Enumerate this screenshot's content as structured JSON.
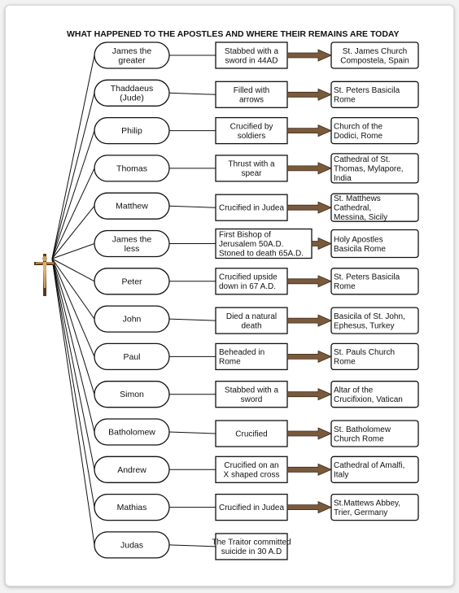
{
  "title": "WHAT HAPPENED TO THE APOSTLES AND WHERE THEIR REMAINS ARE TODAY",
  "icon": "crucifix-icon",
  "colors": {
    "arrow_fill": "#7a5a3c",
    "arrow_stroke": "#3e2a17",
    "box_stroke": "#111111"
  },
  "rows": [
    {
      "apostle": [
        "James the",
        "greater"
      ],
      "fate": [
        "Stabbed with a",
        "sword in 44AD"
      ],
      "fate_align": "center",
      "place": [
        "St. James Church",
        "Compostela, Spain"
      ],
      "place_align": "center"
    },
    {
      "apostle": [
        "Thaddaeus",
        "(Jude)"
      ],
      "fate": [
        "Filled with",
        "arrows"
      ],
      "fate_align": "center",
      "place": [
        "St. Peters Basicila",
        "Rome"
      ],
      "place_align": "left"
    },
    {
      "apostle": [
        "Philip"
      ],
      "fate": [
        "Crucified by",
        "soldiers"
      ],
      "fate_align": "center",
      "place": [
        "Church of the",
        "Dodici, Rome"
      ],
      "place_align": "left"
    },
    {
      "apostle": [
        "Thomas"
      ],
      "fate": [
        "Thrust with a",
        "spear"
      ],
      "fate_align": "center",
      "place": [
        "Cathedral of St.",
        "Thomas, Mylapore,",
        "India"
      ],
      "place_align": "left"
    },
    {
      "apostle": [
        "Matthew"
      ],
      "fate": [
        "Crucified in Judea"
      ],
      "fate_align": "center",
      "place": [
        "St. Matthews",
        "Cathedral,",
        "Messina, Sicily"
      ],
      "place_align": "left"
    },
    {
      "apostle": [
        "James the",
        "less"
      ],
      "fate": [
        "First Bishop of",
        "Jerusalem 50A.D.",
        "Stoned to death 65A.D."
      ],
      "fate_align": "left",
      "place": [
        "Holy Apostles",
        "Basicila Rome"
      ],
      "place_align": "left"
    },
    {
      "apostle": [
        "Peter"
      ],
      "fate": [
        "Crucified upside",
        "down in 67 A.D."
      ],
      "fate_align": "left",
      "place": [
        "St. Peters Basicila",
        "Rome"
      ],
      "place_align": "left"
    },
    {
      "apostle": [
        "John"
      ],
      "fate": [
        "Died a natural",
        "death"
      ],
      "fate_align": "center",
      "place": [
        "Basicila of St. John,",
        "Ephesus, Turkey"
      ],
      "place_align": "left"
    },
    {
      "apostle": [
        "Paul"
      ],
      "fate": [
        "Beheaded in",
        "Rome"
      ],
      "fate_align": "left",
      "place": [
        "St. Pauls Church",
        "Rome"
      ],
      "place_align": "left"
    },
    {
      "apostle": [
        "Simon"
      ],
      "fate": [
        "Stabbed with a",
        "sword"
      ],
      "fate_align": "center",
      "place": [
        "Altar of the",
        "Crucifixion, Vatican"
      ],
      "place_align": "left"
    },
    {
      "apostle": [
        "Batholomew"
      ],
      "fate": [
        "Crucified"
      ],
      "fate_align": "center",
      "place": [
        "St. Batholomew",
        "Church Rome"
      ],
      "place_align": "left"
    },
    {
      "apostle": [
        "Andrew"
      ],
      "fate": [
        "Crucified on an",
        "X shaped cross"
      ],
      "fate_align": "center",
      "place": [
        "Cathedral of Amalfi,",
        "Italy"
      ],
      "place_align": "left"
    },
    {
      "apostle": [
        "Mathias"
      ],
      "fate": [
        "Crucified in Judea"
      ],
      "fate_align": "center",
      "place": [
        "St.Mattews Abbey,",
        "Trier, Germany"
      ],
      "place_align": "left"
    },
    {
      "apostle": [
        "Judas"
      ],
      "fate": [
        "The Traitor committed",
        "suicide in 30 A.D"
      ],
      "fate_align": "center",
      "place": null
    }
  ]
}
